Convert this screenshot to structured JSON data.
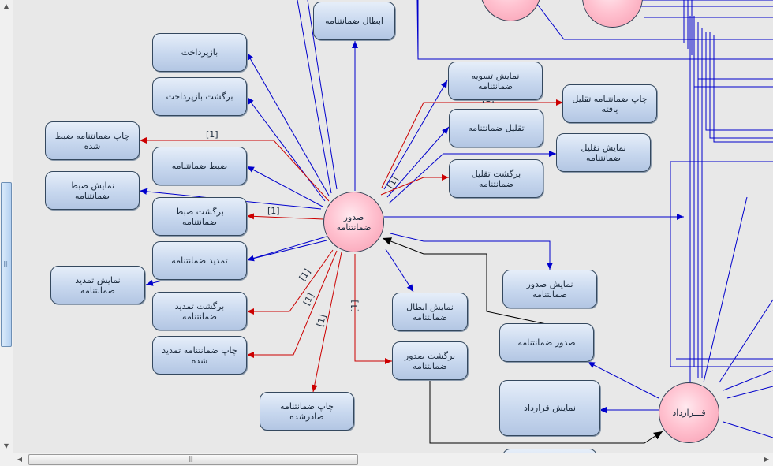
{
  "diagram": {
    "hub_guarantee": "صدور ضمانتنامه",
    "hub_contract": "قـــرارداد",
    "multiplicity": "[1]",
    "nodes": {
      "cancel_guarantee": "ابطال ضمانتنامه",
      "repayment": "بازپرداخت",
      "repayment_return": "برگشت بازپرداخت",
      "print_seized": "چاپ ضمانتنامه ضبط شده",
      "seize": "ضبط ضمانتنامه",
      "show_seized": "نمایش ضبط ضمانتنامه",
      "seize_return": "برگشت ضبط ضمانتنامه",
      "extend": "تمدید ضمانتنامه",
      "show_extension": "نمایش تمدید ضمانتنامه",
      "extend_return": "برگشت تمدید ضمانتنامه",
      "print_extended": "چاپ ضمانتنامه تمدید شده",
      "print_issued": "چاپ ضمانتنامه صادرشده",
      "show_settlement": "نمایش تسویه ضمانتنامه",
      "print_reduced": "چاپ ضمانتنامه تقلیل یافته",
      "reduce": "تقلیل ضمانتنامه",
      "show_reduction": "نمایش تقلیل ضمانتنامه",
      "reduce_return": "برگشت تقلیل ضمانتنامه",
      "show_issue": "نمایش صدور ضمانتنامه",
      "issue": "صدور ضمانتنامه",
      "show_cancel": "نمایش ابطال ضمانتنامه",
      "issue_return": "برگشت صدور ضمانتنامه",
      "show_contract": "نمایش قرارداد"
    }
  },
  "colors": {
    "blue_edge": "#0000cc",
    "red_edge": "#cc0000",
    "black_edge": "#000000",
    "node_border": "#34485e",
    "hub_fill": "#ffc2d0"
  },
  "scrollbars": {
    "vertical_grip": "|||",
    "horizontal_grip": "|||",
    "up_arrow": "▲",
    "down_arrow": "▼",
    "left_arrow": "◀",
    "right_arrow": "▶"
  }
}
